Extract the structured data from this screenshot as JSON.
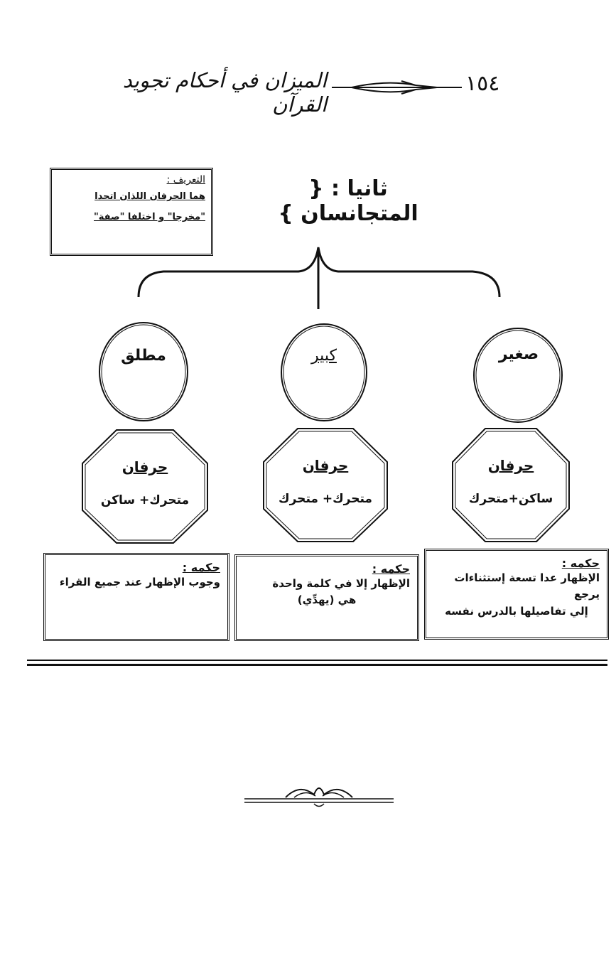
{
  "header": {
    "page_number": "١٥٤",
    "book_title": "الميزان في أحكام تجويد القرآن"
  },
  "section": {
    "title": "ثانيا : { المتجانسان }"
  },
  "definition": {
    "label": "التعريف :",
    "line1": "هما   الحرفان   اللذان   اتحدا",
    "line2": "\"مخرجا\" و اختلفا \"صفة\""
  },
  "types": [
    {
      "name": "صغير",
      "oct_title": "حرفان",
      "oct_desc": "ساكن+متحرك",
      "rule_heading": "حكمه :",
      "rule_line1": "الإظهار عدا تسعة إستثناءات  يرجع",
      "rule_line2": "إلي تفاصيلها بالدرس نفسه"
    },
    {
      "name": "كبير",
      "oct_title": "حرفان",
      "oct_desc": "متحرك+ متحرك",
      "rule_heading": "حكمه :",
      "rule_line1": "الإظهار إلا في كلمة واحدة",
      "rule_line2": "هي (يهدِّي)"
    },
    {
      "name": "مطلق",
      "oct_title": "حرفان",
      "oct_desc": "متحرك+ ساكن",
      "rule_heading": "حكمه :",
      "rule_line1": "وجوب الإظهار عند جميع القراء",
      "rule_line2": ""
    }
  ]
}
